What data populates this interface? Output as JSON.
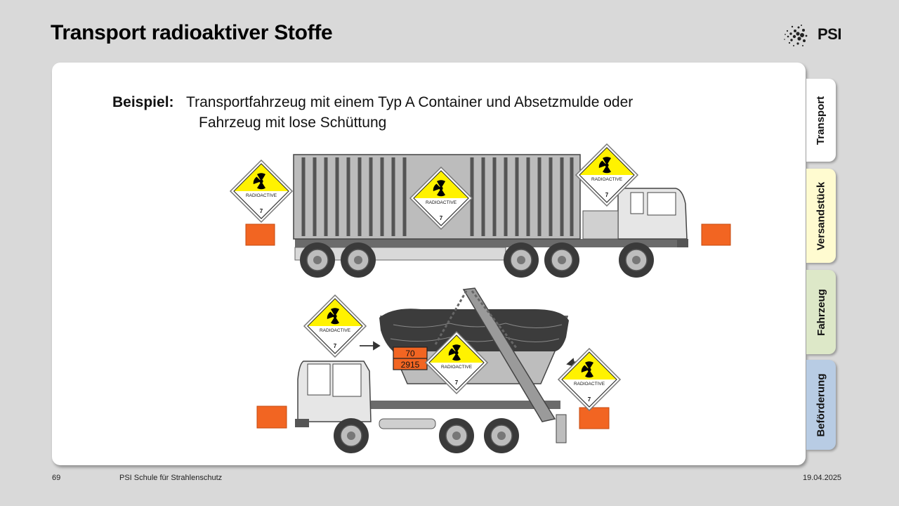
{
  "slide": {
    "title": "Transport radioaktiver Stoffe",
    "logo_text": "PSI"
  },
  "example": {
    "label": "Beispiel:",
    "line1": "Transportfahrzeug mit einem Typ A Container und Absetzmulde oder",
    "line2": "Fahrzeug mit lose Schüttung"
  },
  "placards": {
    "word": "RADIOACTIVE",
    "class_number": "7"
  },
  "orange_plate": {
    "hazard_number": "70",
    "un_number": "2915"
  },
  "tabs": [
    {
      "label": "Transport",
      "color": "#ffffff"
    },
    {
      "label": "Versandstück",
      "color": "#fffbd0"
    },
    {
      "label": "Fahrzeug",
      "color": "#dde8c8"
    },
    {
      "label": "Beförderung",
      "color": "#b8cce4"
    }
  ],
  "footer": {
    "page_number": "69",
    "organization": "PSI Schule für Strahlenschutz",
    "date": "19.04.2025"
  },
  "colors": {
    "placard_yellow": "#fff200",
    "orange_plate": "#f26522",
    "background": "#d9d9d9"
  }
}
